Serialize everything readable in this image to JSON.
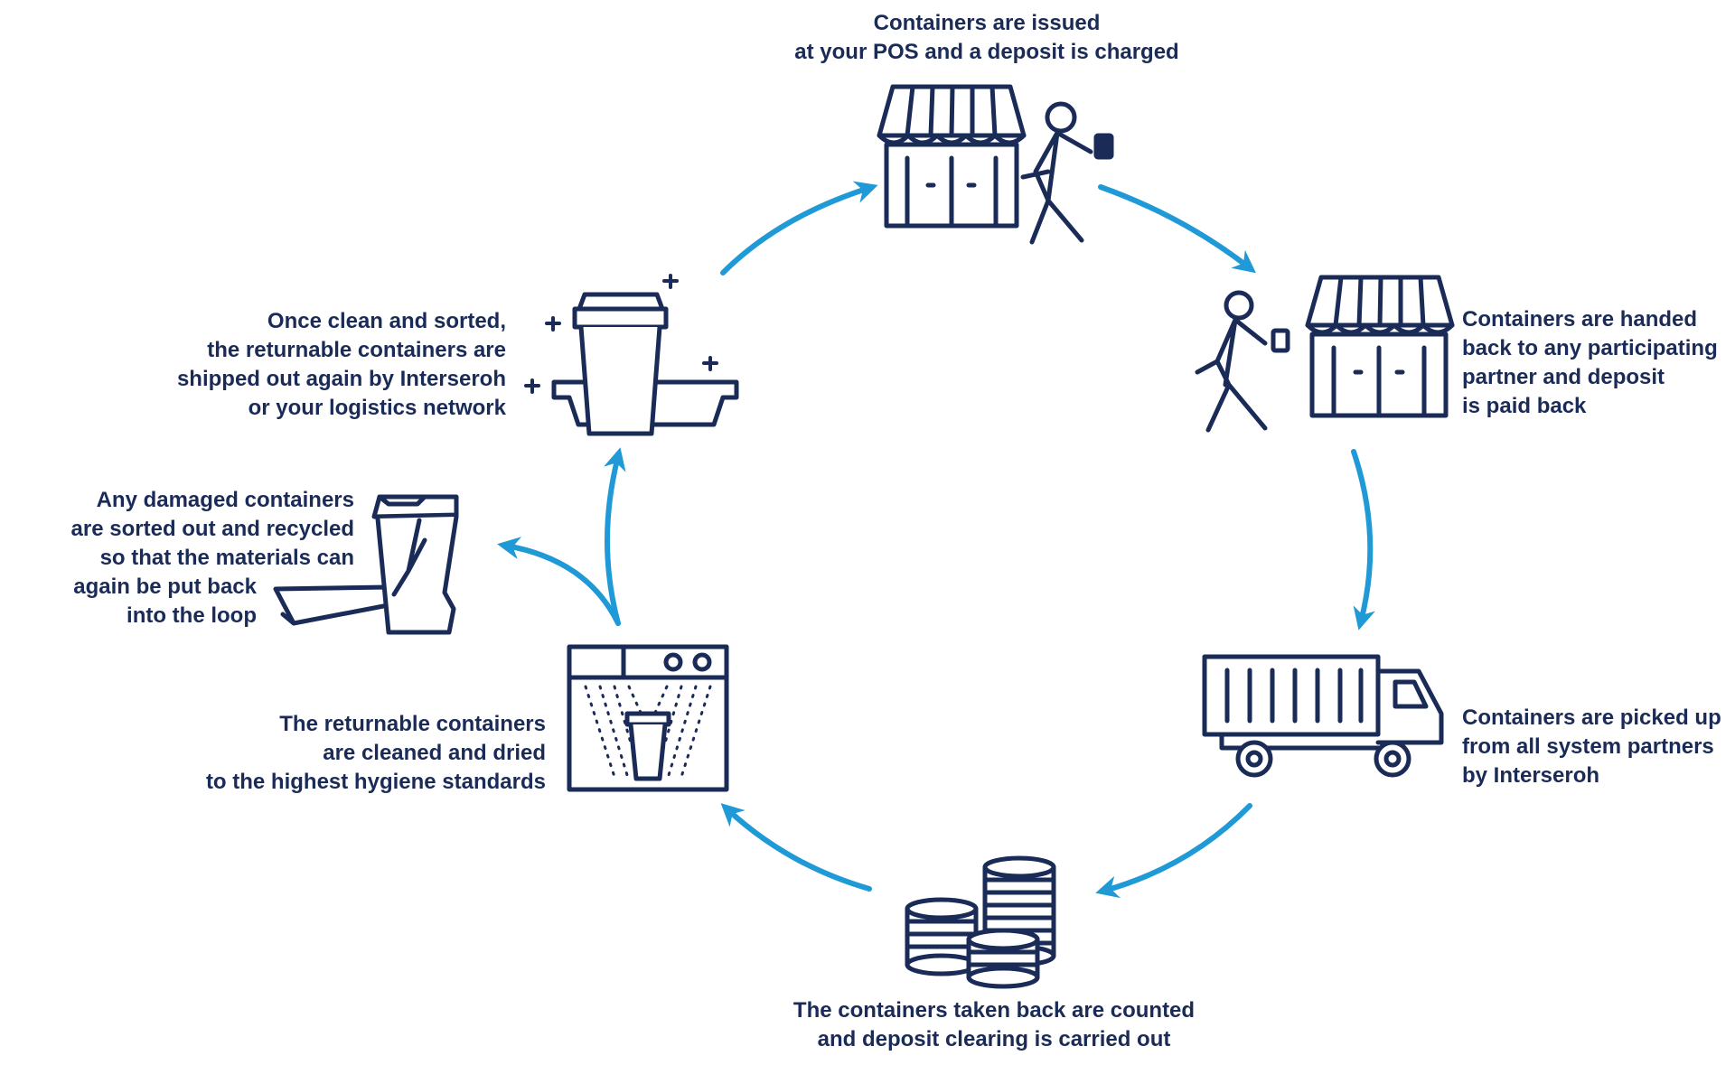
{
  "colors": {
    "navy": "#1b2b57",
    "arrow": "#1f9ad6",
    "background": "#ffffff"
  },
  "steps": [
    {
      "icon": "shop-with-person-icon",
      "lines": [
        "Containers are issued",
        "at your POS and a deposit is charged"
      ]
    },
    {
      "icon": "person-returning-to-shop-icon",
      "lines": [
        "Containers are handed",
        "back to any participating",
        "partner and deposit",
        "is paid back"
      ]
    },
    {
      "icon": "truck-icon",
      "lines": [
        "Containers are picked up",
        "from all system partners",
        "by Interseroh"
      ]
    },
    {
      "icon": "coin-stacks-icon",
      "lines": [
        "The containers taken back are counted",
        "and deposit clearing is carried out"
      ]
    },
    {
      "icon": "washing-machine-icon",
      "lines": [
        "The returnable containers",
        "are cleaned and dried",
        "to the highest hygiene standards"
      ]
    },
    {
      "icon": "broken-container-icon",
      "lines": [
        "Any damaged containers",
        "are sorted out and recycled",
        "so that the materials can",
        "again be put back",
        "into the loop"
      ]
    },
    {
      "icon": "clean-cup-icon",
      "lines": [
        "Once clean and sorted,",
        "the returnable containers are",
        "shipped out again by Interseroh",
        "or your logistics network"
      ]
    }
  ]
}
